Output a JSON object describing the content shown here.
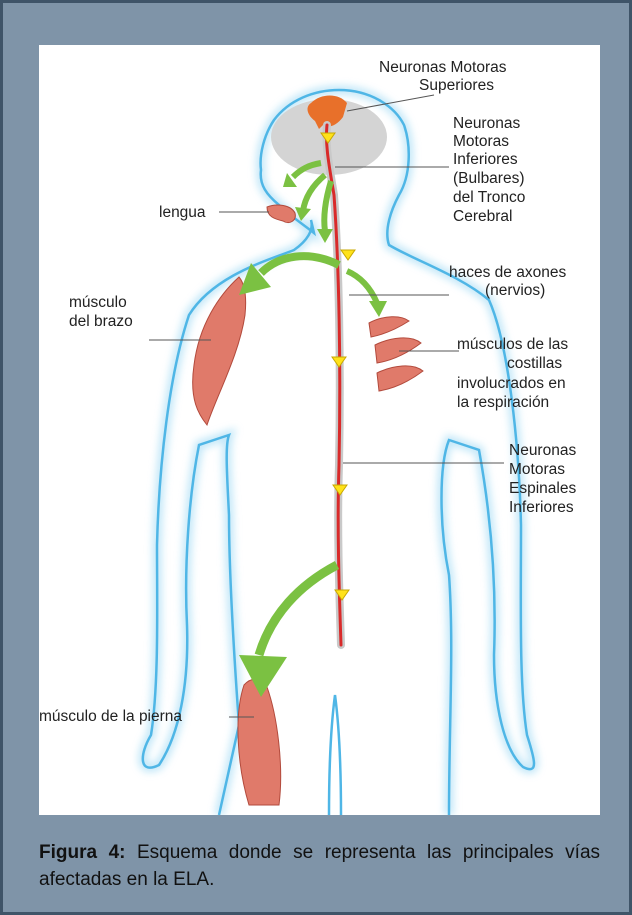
{
  "figure": {
    "labels": {
      "upper_motor_line1": "Neuronas Motoras",
      "upper_motor_line2": "Superiores",
      "lower_bulbar_line1": "Neuronas",
      "lower_bulbar_line2": "Motoras",
      "lower_bulbar_line3": "Inferiores",
      "lower_bulbar_line4": "(Bulbares)",
      "lower_bulbar_line5": "del Tronco",
      "lower_bulbar_line6": "Cerebral",
      "tongue": "lengua",
      "axon_bundles_line1": "haces de axones",
      "axon_bundles_line2": "(nervios)",
      "arm_muscle_line1": "músculo",
      "arm_muscle_line2": "del brazo",
      "rib_muscles_line1": "músculos de las",
      "rib_muscles_line2": "costillas",
      "rib_muscles_line3": "involucrados en",
      "rib_muscles_line4": "la respiración",
      "spinal_lower_line1": "Neuronas",
      "spinal_lower_line2": "Motoras",
      "spinal_lower_line3": "Espinales",
      "spinal_lower_line4": "Inferiores",
      "leg_muscle": "músculo de la pierna"
    }
  },
  "caption": {
    "prefix": "Figura",
    "number": "4:",
    "text": "Esquema donde se representa las principales vías afectadas en la ELA."
  },
  "colors": {
    "frame_background": "#7f94a8",
    "body_outline": "#4fb6e6",
    "brain": "#d4d4d4",
    "neuron": "#e8702a",
    "muscle": "#e07a6a",
    "arrow_green": "#7bc142",
    "spinal_cord": "#d92a2a",
    "arrowhead_yellow": "#ffe21a"
  }
}
